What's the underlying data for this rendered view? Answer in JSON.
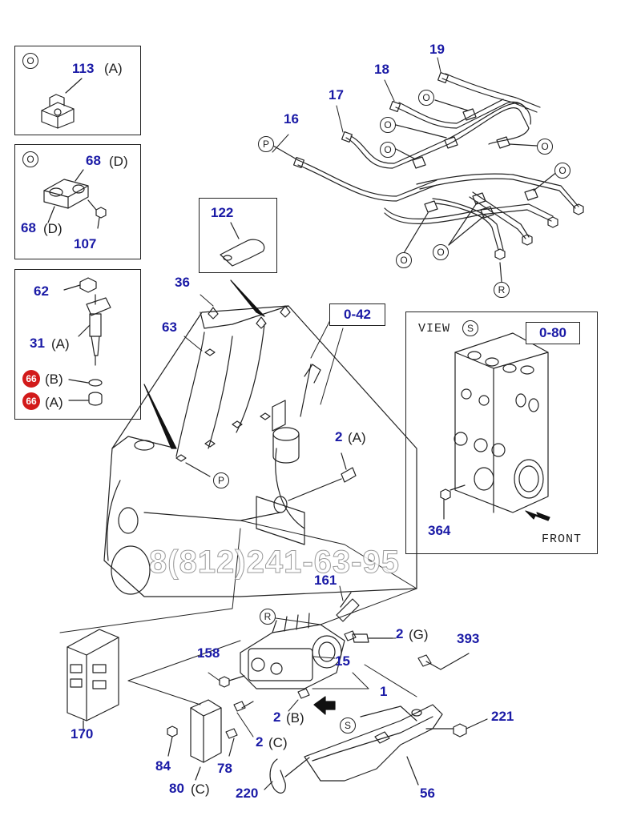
{
  "callouts": {
    "n113": "113",
    "n68a": "68",
    "n68b": "68",
    "n107": "107",
    "n62": "62",
    "n31": "31",
    "n122": "122",
    "n36": "36",
    "n63": "63",
    "n042": "0-42",
    "n080": "0-80",
    "n16": "16",
    "n17": "17",
    "n18": "18",
    "n19": "19",
    "n2a": "2",
    "n161": "161",
    "n2g": "2",
    "n393": "393",
    "n158": "158",
    "n15": "15",
    "n1": "1",
    "n2b": "2",
    "n2c": "2",
    "n170": "170",
    "n84": "84",
    "n78": "78",
    "n80": "80",
    "n220": "220",
    "n56": "56",
    "n221": "221",
    "n364": "364"
  },
  "suffixes": {
    "s113": "(A)",
    "s68a": "(D)",
    "s68b": "(D)",
    "s31": "(A)",
    "s66b": "(B)",
    "s66a": "(A)",
    "s2a": "(A)",
    "s2g": "(G)",
    "s2b": "(B)",
    "s2c": "(C)",
    "s80": "(C)"
  },
  "circle_letters": {
    "box1": "O",
    "box2": "O",
    "p_top": "P",
    "p_mid": "P",
    "r_top": "R",
    "r_pump": "R",
    "s_main": "S",
    "s_view": "S",
    "o1": "O",
    "o2": "O",
    "o3": "O",
    "o4": "O",
    "o5": "O",
    "o6": "O",
    "o7": "O"
  },
  "red_markers": {
    "m1": "66",
    "m2": "66"
  },
  "view_caption": "VIEW",
  "front_caption": "FRONT",
  "watermark": "8(812)241-63-95",
  "colors": {
    "callout": "#1a1aa6",
    "marker": "#d21a1a",
    "line": "#222222"
  }
}
